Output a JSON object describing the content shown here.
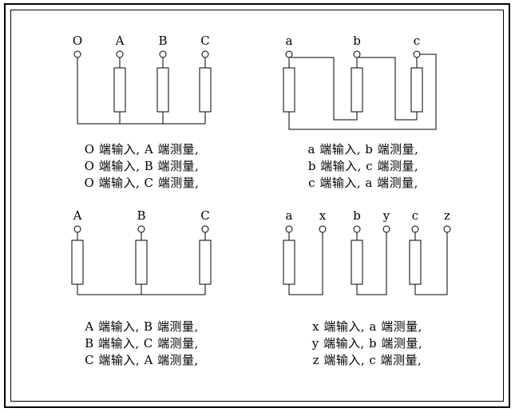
{
  "page": {
    "background": "#ffffff",
    "line_color": "#000000"
  },
  "diagrams": {
    "star_with_neutral": {
      "terminals": [
        "O",
        "A",
        "B",
        "C"
      ],
      "captions": [
        "O 端输入, A 端测量,",
        "O 端输入, B 端测量,",
        "O 端输入, C 端测量,"
      ]
    },
    "delta": {
      "terminals": [
        "a",
        "b",
        "c"
      ],
      "captions": [
        "a 端输入, b 端测量,",
        "b 端输入, c 端测量,",
        "c 端输入, a 端测量,"
      ]
    },
    "star": {
      "terminals": [
        "A",
        "B",
        "C"
      ],
      "captions": [
        "A 端输入, B 端测量,",
        "B 端输入, C 端测量,",
        "C 端输入, A 端测量,"
      ]
    },
    "open_windings": {
      "terminals": [
        "a",
        "x",
        "b",
        "y",
        "c",
        "z"
      ],
      "captions": [
        "x 端输入, a 端测量,",
        "y 端输入, b 端测量,",
        "z 端输入, c 端测量,"
      ]
    }
  }
}
